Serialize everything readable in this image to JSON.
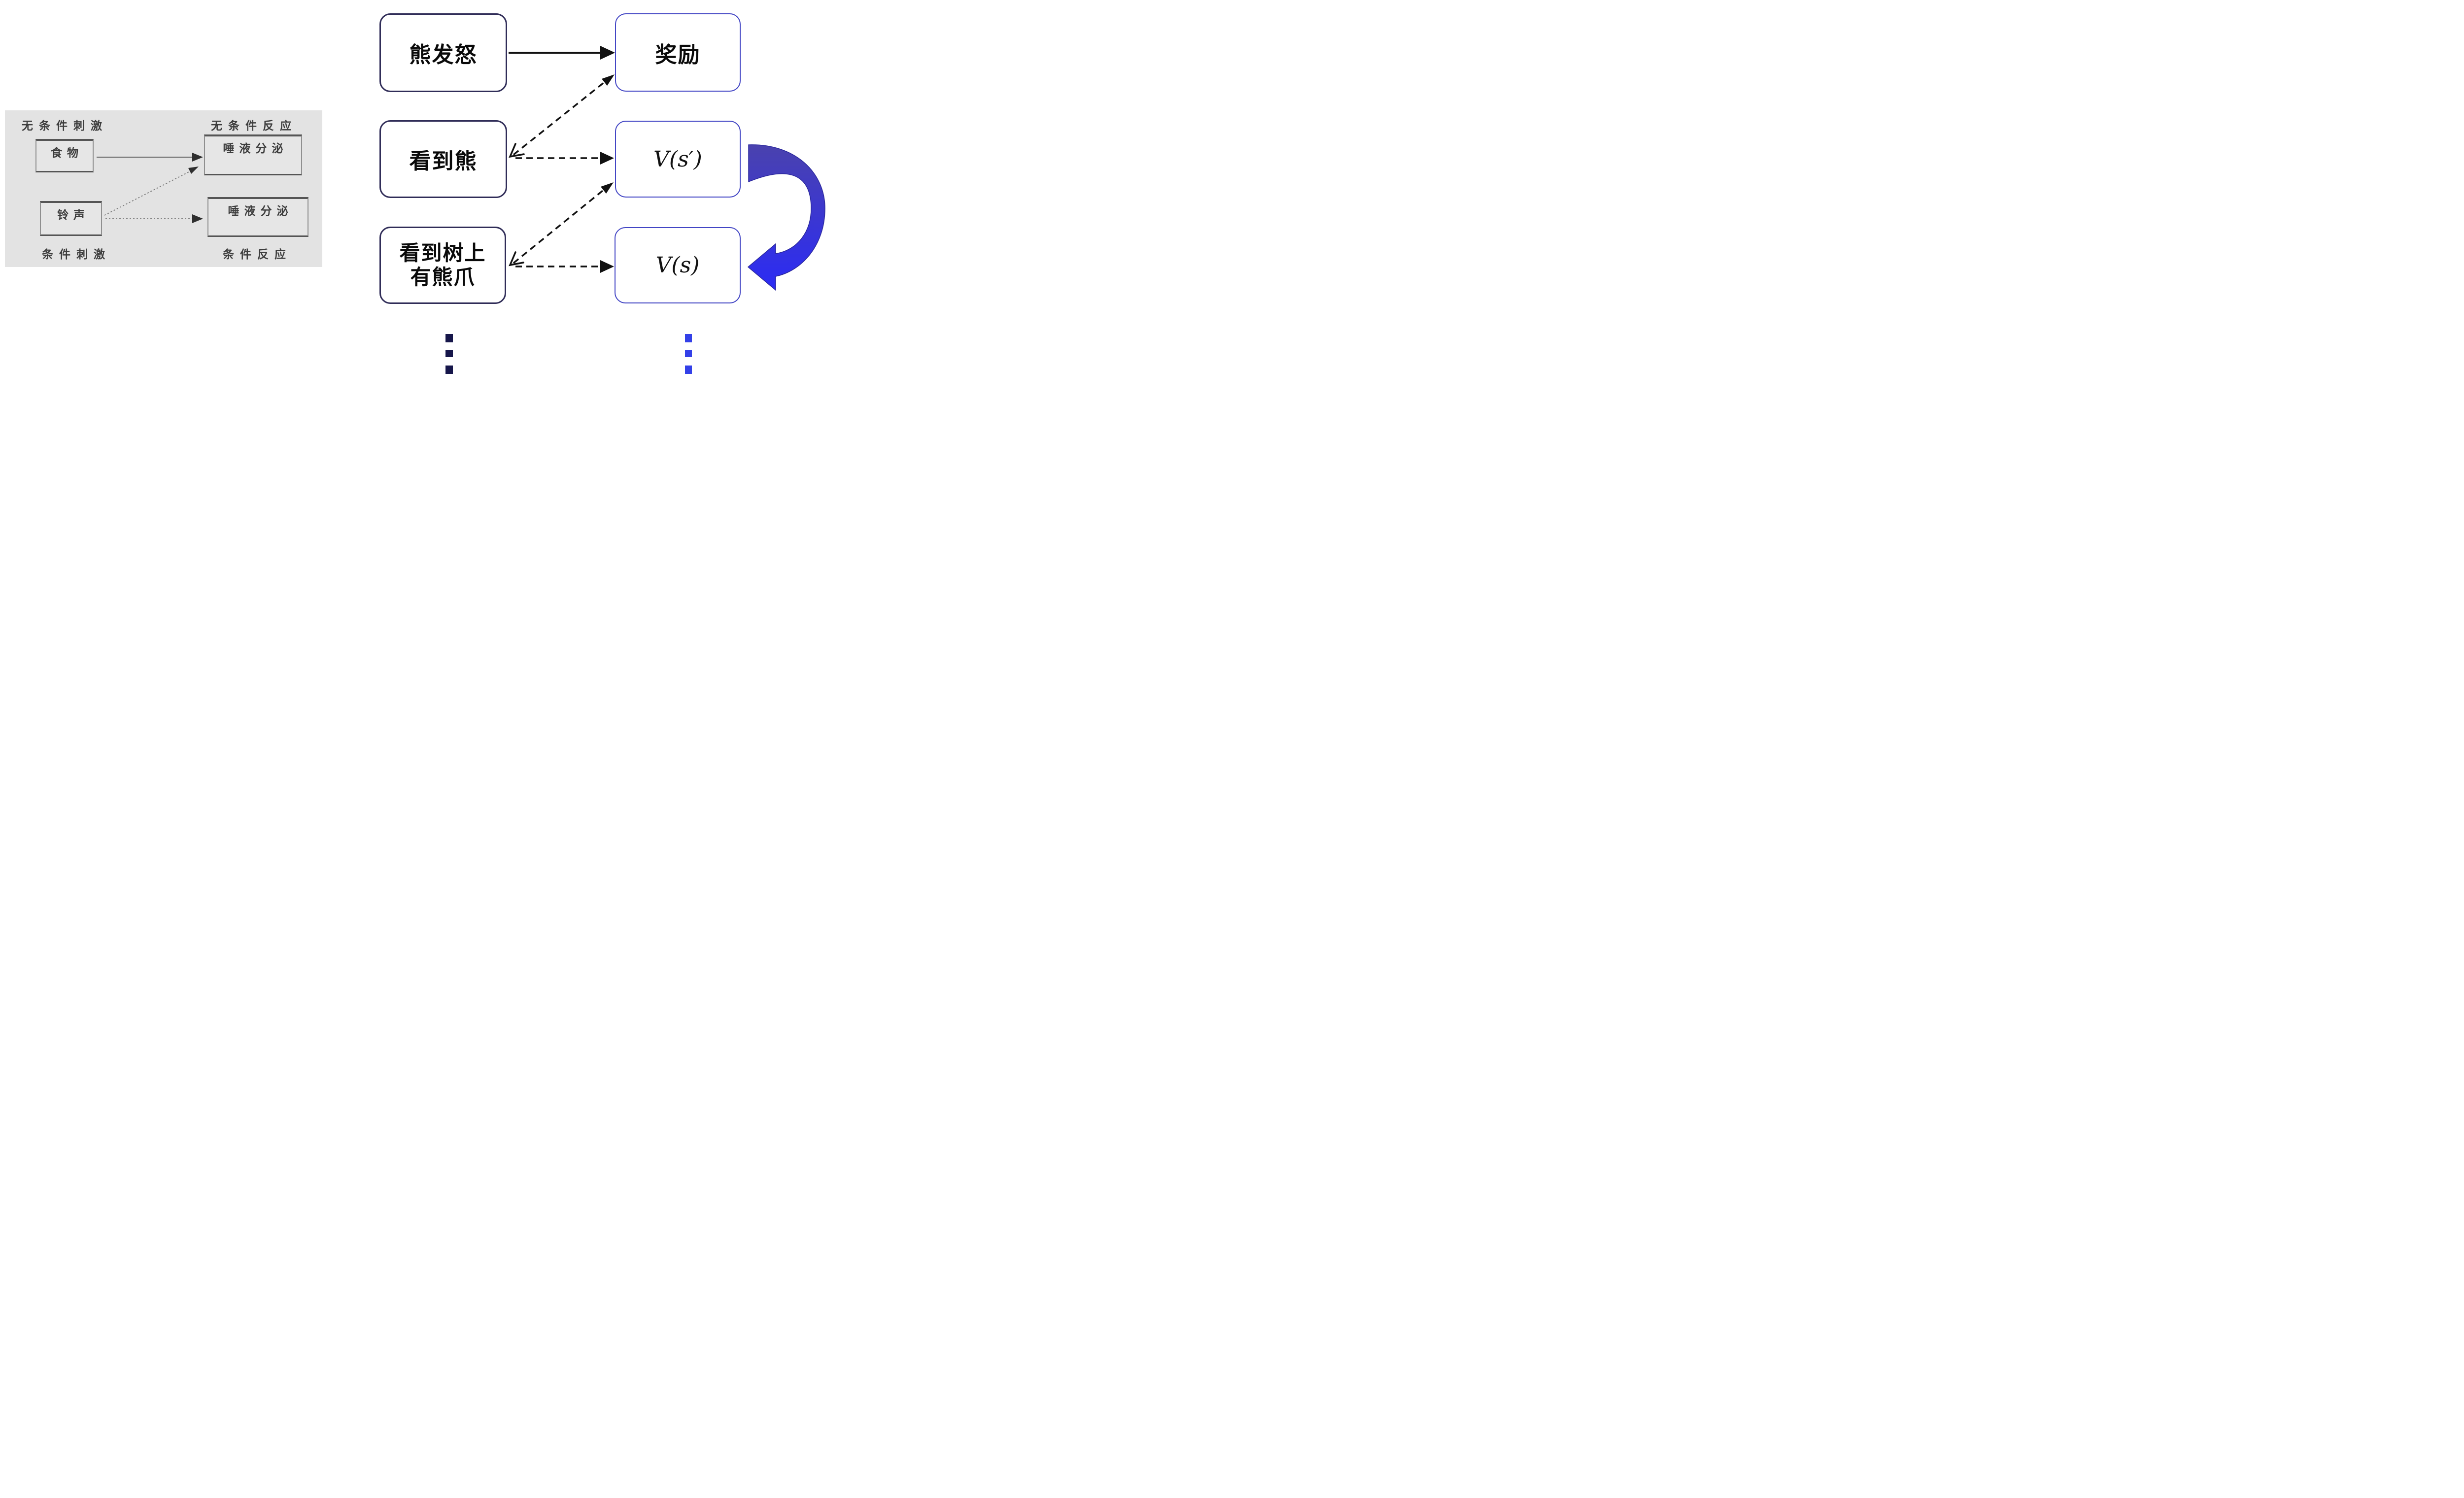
{
  "theme": {
    "canvas-bg": "#ffffff",
    "panel-bg": "#e3e3e3",
    "lp-box-bg": "#e6e6e6",
    "lp-border": "#8f8f8f",
    "lp-border-dark": "#555555",
    "lp-text": "#3d3d3d",
    "lp-arrow": "#666666",
    "lp-arrowhead": "#2f2f2f",
    "state-border": "#302d58",
    "value-border": "#4245c4",
    "box-text": "#0a0a0a",
    "arrow-black": "#111111",
    "swoosh-top": "#4a42ae",
    "swoosh-bottom": "#2b2bf5",
    "swoosh-stroke": "#2d2a9e",
    "dots-left": "#16164a",
    "dots-right": "#3340e8"
  },
  "conditioning_panel": {
    "label_unconditioned_stimulus": "无条件刺激",
    "label_unconditioned_response": "无条件反应",
    "label_conditioned_stimulus": "条件刺激",
    "label_conditioned_response": "条件反应",
    "box_food": "食物",
    "box_salivation_top": "唾液分泌",
    "box_bell": "铃声",
    "box_salivation_bottom": "唾液分泌"
  },
  "td_diagram": {
    "box_bear_angry": "熊发怒",
    "box_reward": "奖励",
    "box_see_bear": "看到熊",
    "box_see_claw_line1": "看到树上",
    "box_see_claw_line2": "有熊爪",
    "box_value_next": "V(s′)",
    "box_value_current": "V(s)"
  }
}
